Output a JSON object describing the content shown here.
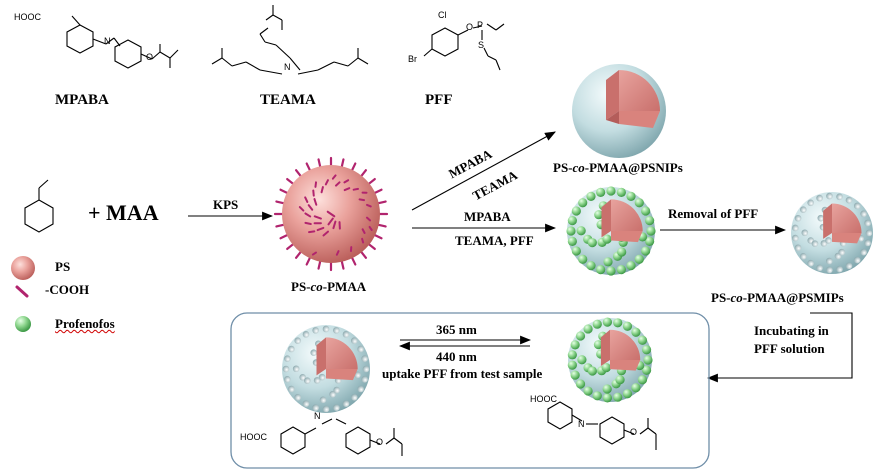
{
  "monomers": {
    "mpaba_label": "MPABA",
    "teama_label": "TEAMA",
    "pff_label": "PFF"
  },
  "reaction": {
    "plus_maa": "+ MAA",
    "kps": "KPS",
    "product_label": "PS-co-PMAA",
    "product_prefix": "PS-",
    "product_italic": "co",
    "product_suffix": "-PMAA"
  },
  "branch_nip": {
    "arrow_top": "MPABA",
    "arrow_bottom": "TEAMA",
    "product_prefix": "PS-",
    "product_italic": "co",
    "product_suffix": "-PMAA@PSNIPs"
  },
  "branch_mip": {
    "arrow_top": "MPABA",
    "arrow_bottom": "TEAMA, PFF",
    "removal": "Removal of PFF",
    "product_prefix": "PS-",
    "product_italic": "co",
    "product_suffix": "-PMAA@PSMIPs",
    "incubate_line1": "Incubating in",
    "incubate_line2": "PFF solution"
  },
  "legend": {
    "ps": "PS",
    "cooh": "-COOH",
    "profenofos": "Profenofos"
  },
  "switch": {
    "uv": "365 nm",
    "vis": "440 nm",
    "uptake": "uptake PFF from test sample"
  },
  "atoms": {
    "hooc": "HOOC",
    "n": "N",
    "o": "O",
    "cl": "Cl",
    "br": "Br",
    "p": "P",
    "s": "S"
  },
  "colors": {
    "core": "#e9948f",
    "core_dark": "#c76a66",
    "shell": "#c5dfe3",
    "shell_dark": "#8fb3ba",
    "spike": "#b1246e",
    "template": "#8ed68e",
    "panel_border": "#6f8ea8"
  }
}
